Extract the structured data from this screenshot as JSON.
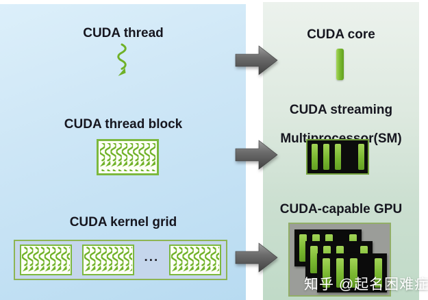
{
  "panels": {
    "software": {
      "thread": {
        "label": "CUDA thread"
      },
      "thread_block": {
        "label": "CUDA thread block"
      },
      "kernel_grid": {
        "label": "CUDA kernel grid",
        "ellipsis": "..."
      }
    },
    "hardware": {
      "core": {
        "label": "CUDA core"
      },
      "sm": {
        "label_line1": "CUDA streaming",
        "label_line2": "Multiprocessor(SM)"
      },
      "gpu": {
        "label": "CUDA-capable GPU"
      }
    }
  },
  "watermark": {
    "text": "知乎 @起名困难症"
  },
  "colors": {
    "nvidia_green": "#7cbb31",
    "panel_blue": "#c9e4f6",
    "panel_green": "#d5e5d8",
    "arrow_gray": "#5f5f5f",
    "grid_fill": "#c5d6ec",
    "chip_black": "#0c0c0c",
    "gpu_gray": "#9b9d99",
    "text_dark": "#16161f"
  }
}
